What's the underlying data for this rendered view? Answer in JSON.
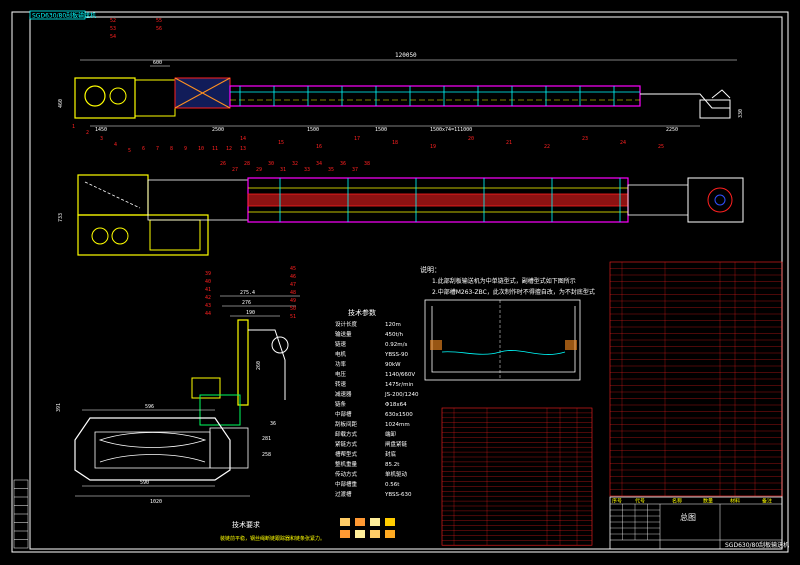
{
  "title_tag": "SGD630/80刮板输送机",
  "top_tag": "SGD630/80刮板输送机",
  "drawing_name": "总图",
  "dims": {
    "overall": "120050",
    "d600": "600",
    "d1450": "1450",
    "d2500": "2500",
    "d1500a": "1500",
    "d1500b": "1500",
    "d1500x74": "1500x74=111000",
    "d2250": "2250",
    "d460": "460",
    "d330": "330",
    "d733": "733",
    "d275": "275.4",
    "d276": "276",
    "d190": "190",
    "d260": "260",
    "d596": "596",
    "d590": "590",
    "d1020": "1020",
    "d391": "391",
    "d281": "281",
    "d258": "258",
    "d36": "36"
  },
  "balloons_top": [
    "52",
    "53",
    "54",
    "55",
    "56",
    "1",
    "2",
    "3",
    "4",
    "5",
    "6",
    "7",
    "8",
    "9",
    "10",
    "11",
    "12",
    "13",
    "14",
    "15",
    "16",
    "17",
    "18",
    "19",
    "20",
    "21",
    "22",
    "23",
    "24",
    "25",
    "26",
    "27",
    "28",
    "29",
    "30",
    "31",
    "32",
    "33",
    "34",
    "35",
    "36",
    "37",
    "38"
  ],
  "balloons_section": [
    "39",
    "40",
    "41",
    "42",
    "43",
    "44",
    "45",
    "46",
    "47",
    "48",
    "49",
    "50",
    "51"
  ],
  "notes": {
    "heading": "说明：",
    "line1": "1.此部刮板输送机为中单链型式，副槽型式如下图所示",
    "line2": "2.中部槽M263-ZBC，此次制作时不得擅自改，为不封底型式"
  },
  "tech_params": {
    "heading": "技术参数",
    "rows": [
      [
        "设计长度",
        "120m"
      ],
      [
        "输送量",
        "450t/h"
      ],
      [
        "链速",
        "0.92m/s"
      ],
      [
        "电机",
        "YBSS-90"
      ],
      [
        "功率",
        "90kW"
      ],
      [
        "电压",
        "1140/660V"
      ],
      [
        "转速",
        "1475r/min"
      ],
      [
        "减速器",
        "JS-200/1240"
      ],
      [
        "链条",
        "Φ18x64"
      ],
      [
        "中部槽",
        "630x1500"
      ],
      [
        "刮板间距",
        "1024mm"
      ],
      [
        "卸载方式",
        "端卸"
      ],
      [
        "紧链方式",
        "闸盘紧链"
      ],
      [
        "槽帮型式",
        "封底"
      ],
      [
        "整机重量",
        "85.2t"
      ],
      [
        "传动方式",
        "单机驱动"
      ],
      [
        "中部槽重",
        "0.56t"
      ],
      [
        "过渡槽",
        "YBSS-630"
      ]
    ]
  },
  "tech_req": {
    "heading": "技术要求",
    "line": "装链前平稳，钢丝绳断链跟踪器和链条张紧力。"
  },
  "bom_left_rows": 28,
  "bom_right_rows": 36,
  "title_block": {
    "col_seq": "序号",
    "col_code": "代号",
    "col_name": "名称",
    "col_qty": "数量",
    "col_mat": "材料",
    "col_note": "备注"
  },
  "colors": {
    "bg": "#000000",
    "frame": "#ffffff",
    "magenta": "#ff00ff",
    "yellow": "#ffff00",
    "cyan": "#00ffff",
    "red": "#ff2020",
    "blue": "#3050ff",
    "green": "#00ff60",
    "orange": "#ff9020"
  }
}
